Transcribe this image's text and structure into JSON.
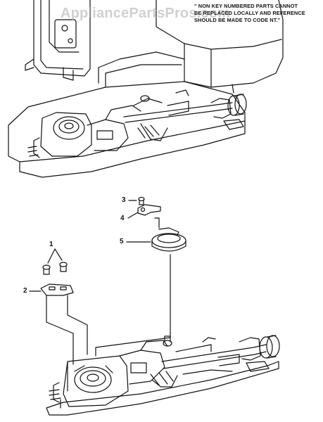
{
  "watermark": "AppliancePartsPros.com",
  "note": {
    "lines": [
      "\" NON KEY NUMBERED PARTS CANNOT",
      "BE REPLACED LOCALLY AND REFERENCE",
      "SHOULD BE MADE TO CODE NT.\""
    ]
  },
  "callouts": [
    "1",
    "2",
    "3",
    "4",
    "5"
  ],
  "colors": {
    "ink": "#111111",
    "background": "#ffffff",
    "watermark": "#aaaaaa"
  }
}
